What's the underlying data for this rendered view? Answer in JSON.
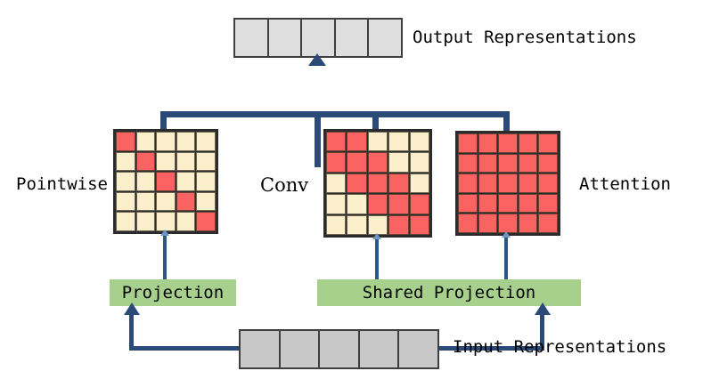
{
  "diagram": {
    "title": "Pointwise / Conv / Attention attention-pattern comparison",
    "colors": {
      "active_cell": "#fb6363",
      "inactive_cell": "#fcefcb",
      "token_cell_output": "#dedede",
      "token_cell_input": "#c8c8c8",
      "projection_box": "#a8d08d",
      "connector": "#2b4a77",
      "grid_border": "#2b2b2b"
    },
    "output": {
      "label": "Output Representations",
      "cell_count": 5
    },
    "input": {
      "label": "Input Representations",
      "cell_count": 5
    },
    "projections": [
      {
        "id": "projection",
        "label": "Projection"
      },
      {
        "id": "shared-projection",
        "label": "Shared Projection"
      }
    ],
    "matrices": [
      {
        "id": "pointwise",
        "label": "Pointwise",
        "label_side": "left",
        "rows": 5,
        "cols": 5,
        "pattern": [
          [
            1,
            0,
            0,
            0,
            0
          ],
          [
            0,
            1,
            0,
            0,
            0
          ],
          [
            0,
            0,
            1,
            0,
            0
          ],
          [
            0,
            0,
            0,
            1,
            0
          ],
          [
            0,
            0,
            0,
            0,
            1
          ]
        ]
      },
      {
        "id": "conv",
        "label": "Conv",
        "label_side": "left",
        "rows": 5,
        "cols": 5,
        "pattern": [
          [
            1,
            1,
            0,
            0,
            0
          ],
          [
            1,
            1,
            1,
            0,
            0
          ],
          [
            0,
            1,
            1,
            1,
            0
          ],
          [
            0,
            0,
            1,
            1,
            1
          ],
          [
            0,
            0,
            0,
            1,
            1
          ]
        ]
      },
      {
        "id": "attention",
        "label": "Attention",
        "label_side": "right",
        "rows": 5,
        "cols": 5,
        "pattern": [
          [
            1,
            1,
            1,
            1,
            1
          ],
          [
            1,
            1,
            1,
            1,
            1
          ],
          [
            1,
            1,
            1,
            1,
            1
          ],
          [
            1,
            1,
            1,
            1,
            1
          ],
          [
            1,
            1,
            1,
            1,
            1
          ]
        ]
      }
    ],
    "connectors": [
      {
        "id": "input-to-projection",
        "from": "input",
        "to": "projection",
        "arrow": true
      },
      {
        "id": "input-to-shared-projection",
        "from": "input",
        "to": "shared-projection",
        "arrow": true
      },
      {
        "id": "projection-to-pointwise",
        "from": "projection",
        "to": "pointwise",
        "arrow": true
      },
      {
        "id": "shared-projection-to-conv",
        "from": "shared-projection",
        "to": "conv",
        "arrow": true
      },
      {
        "id": "shared-projection-to-attention",
        "from": "shared-projection",
        "to": "attention",
        "arrow": true
      },
      {
        "id": "matrices-to-output",
        "from": "matrices-bus",
        "to": "output",
        "arrow": true
      }
    ]
  }
}
